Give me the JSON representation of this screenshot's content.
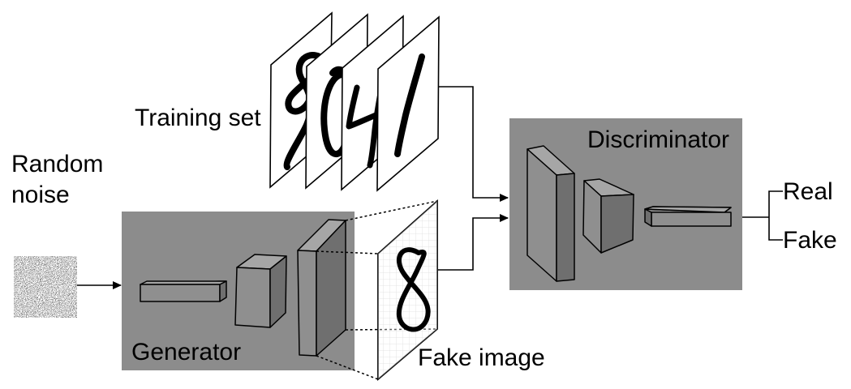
{
  "labels": {
    "training_set": "Training set",
    "random_noise_line1": "Random",
    "random_noise_line2": "noise",
    "generator": "Generator",
    "discriminator": "Discriminator",
    "fake_image": "Fake image",
    "real": "Real",
    "fake": "Fake"
  },
  "colors": {
    "panel_gray": "#8c8c8c",
    "block_front": "#8f8f8f",
    "block_top": "#a6a6a6",
    "block_side": "#6f6f6f",
    "ink": "#000000"
  },
  "training_set_digits": [
    "8",
    "0",
    "4",
    "1"
  ],
  "fake_image_digit": "8",
  "icons": {
    "noise": "random-noise-icon",
    "arrow": "arrow-head-icon"
  }
}
